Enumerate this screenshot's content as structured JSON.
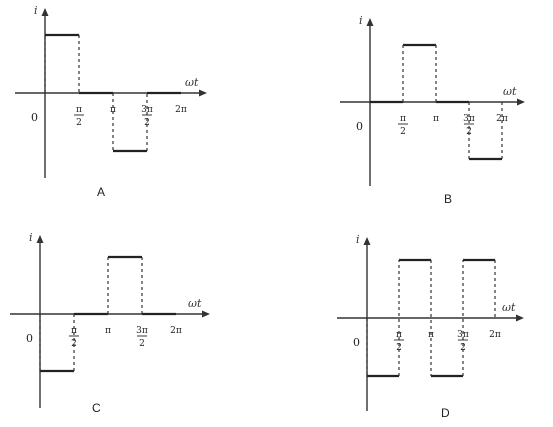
{
  "axis_labels": {
    "y": "i",
    "x": "ωt",
    "origin": "0"
  },
  "ticks": [
    {
      "num": "π",
      "den": "2"
    },
    {
      "num": "π",
      "den": ""
    },
    {
      "num": "3π",
      "den": "2"
    },
    {
      "num": "2π",
      "den": ""
    }
  ],
  "panels": [
    {
      "letter": "A",
      "wave": [
        [
          0,
          0.5,
          1
        ],
        [
          0.5,
          1,
          0
        ],
        [
          1,
          1.5,
          -1
        ],
        [
          1.5,
          2,
          0
        ]
      ]
    },
    {
      "letter": "B",
      "wave": [
        [
          0,
          0.5,
          0
        ],
        [
          0.5,
          1,
          1
        ],
        [
          1,
          1.5,
          0
        ],
        [
          1.5,
          2,
          -1
        ]
      ]
    },
    {
      "letter": "C",
      "wave": [
        [
          0,
          0.5,
          -1
        ],
        [
          0.5,
          1,
          0
        ],
        [
          1,
          1.5,
          1
        ],
        [
          1.5,
          2,
          0
        ]
      ]
    },
    {
      "letter": "D",
      "wave": [
        [
          0,
          0.5,
          -1
        ],
        [
          0.5,
          1,
          1
        ],
        [
          1,
          1.5,
          -1
        ],
        [
          1.5,
          2,
          1
        ]
      ]
    }
  ]
}
